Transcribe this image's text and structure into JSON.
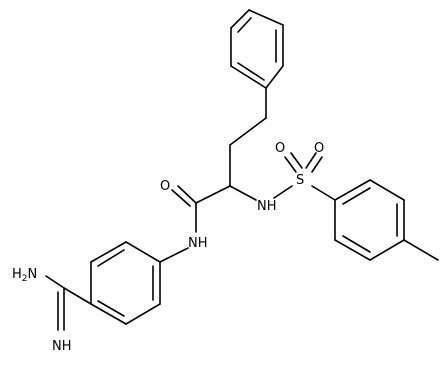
{
  "molecule": {
    "atoms": [
      {
        "id": "nh2",
        "label": "H2N",
        "label_main": "H",
        "label_sub": "2",
        "label_tail": "N"
      },
      {
        "id": "nh_imine",
        "label": "NH"
      },
      {
        "id": "nh_amide",
        "label": "NH"
      },
      {
        "id": "o_carbonyl",
        "label": "O"
      },
      {
        "id": "nh_sulfonamide",
        "label": "NH"
      },
      {
        "id": "s",
        "label": "S"
      },
      {
        "id": "o_s1",
        "label": "O"
      },
      {
        "id": "o_s2",
        "label": "O"
      }
    ],
    "colors": {
      "bond": "#000000",
      "background": "#ffffff",
      "text": "#000000"
    }
  }
}
